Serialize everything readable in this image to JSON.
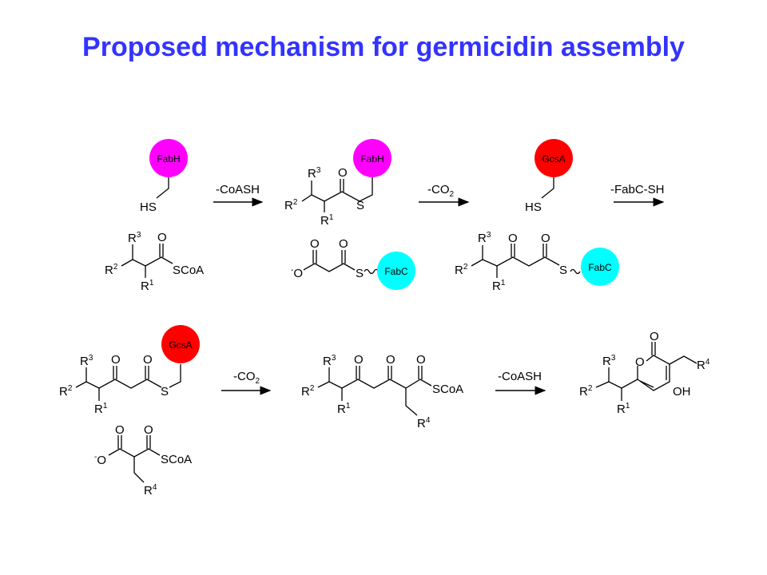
{
  "slide": {
    "title": "Proposed mechanism for germicidin assembly"
  },
  "colors": {
    "title": "#3333ff",
    "fabh": "#ff00ff",
    "gcsa": "#ff0000",
    "fabc": "#00ffff"
  },
  "enzymes": {
    "fabh": "FabH",
    "gcsa": "GcsA",
    "fabc": "FabC"
  },
  "arrows": {
    "step1": "-CoASH",
    "step2_main": "-CO",
    "step2_sub": "2",
    "step3": "-FabC-SH",
    "step4_main": "-CO",
    "step4_sub": "2",
    "step5": "-CoASH"
  },
  "atoms": {
    "hs": "HS",
    "s": "S",
    "o": "O",
    "scoa": "SCoA",
    "oh": "OH",
    "r": "R",
    "r1": "1",
    "r2": "2",
    "r3": "3",
    "r4": "4",
    "minus": "-"
  }
}
